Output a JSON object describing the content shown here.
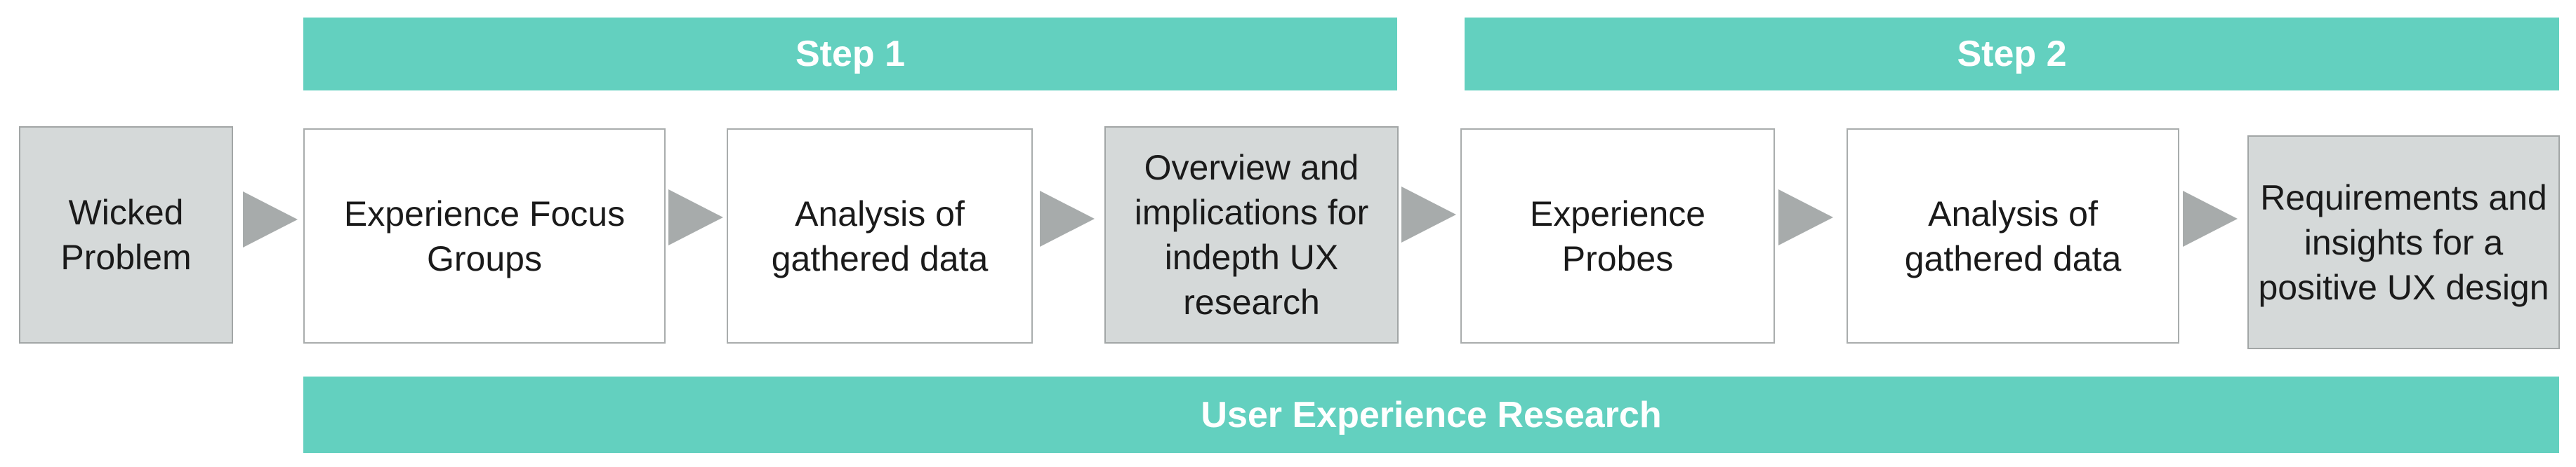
{
  "bands": {
    "step1": "Step 1",
    "step2": "Step 2",
    "bottom": "User Experience Research"
  },
  "boxes": {
    "wicked_problem": "Wicked Problem",
    "experience_focus_groups": "Experience Focus Groups",
    "analysis_1": "Analysis of gathered data",
    "overview": "Overview and implications for indepth UX research",
    "experience_probes": "Experience Probes",
    "analysis_2": "Analysis of gathered data",
    "requirements": "Requirements and insights for a positive UX design"
  },
  "colors": {
    "band": "#63d0bf",
    "box_grey": "#d5d9d9",
    "box_white": "#ffffff",
    "arrow": "#a7abab"
  }
}
